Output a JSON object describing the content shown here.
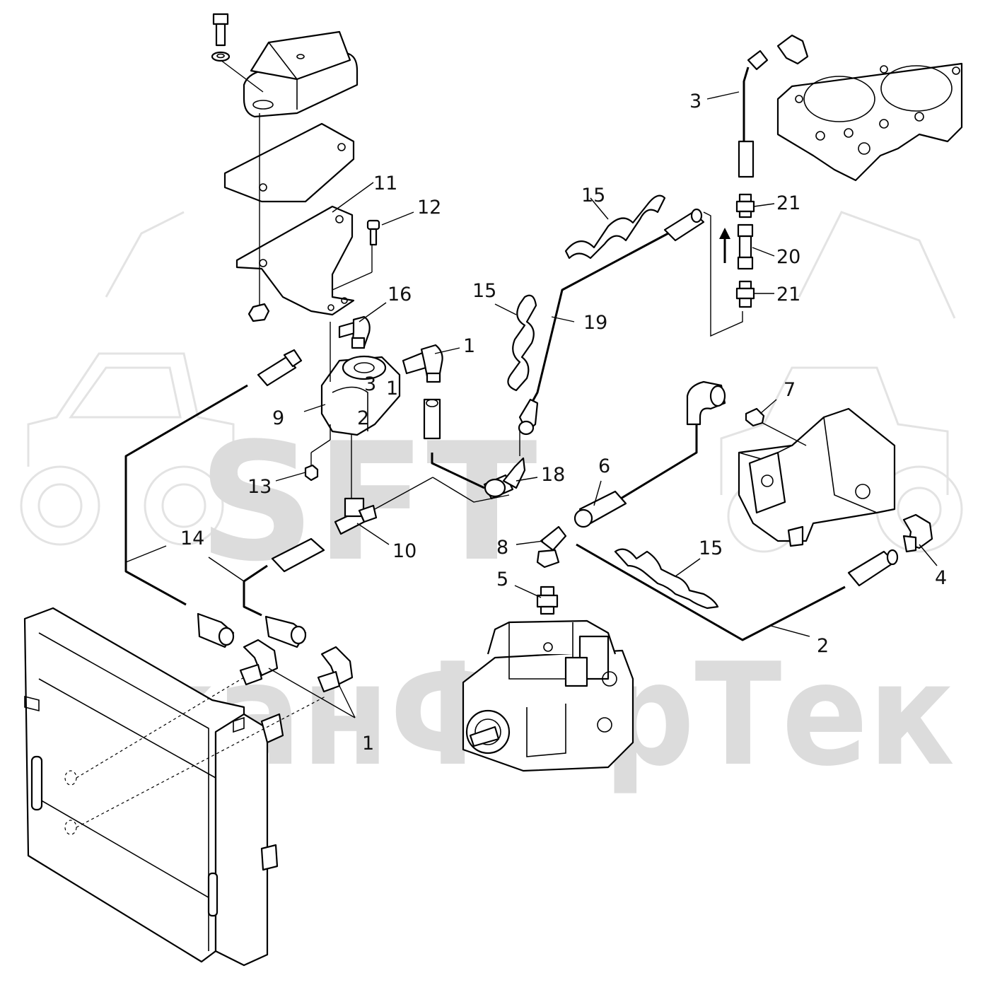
{
  "watermark": {
    "logo_text": "SFT",
    "company_text": "СканФорТек",
    "color": "#dcdcdc"
  },
  "callouts": {
    "c1a": "1",
    "c1b": "1",
    "c2": "2",
    "c3": "3",
    "c4": "4",
    "c5": "5",
    "c6": "6",
    "c7": "7",
    "c8": "8",
    "c9": "9",
    "c10": "10",
    "c11": "11",
    "c12": "12",
    "c13": "13",
    "c14": "14",
    "c15a": "15",
    "c15b": "15",
    "c15c": "15",
    "c16": "16",
    "c18": "18",
    "c19": "19",
    "c20": "20",
    "c21a": "21",
    "c21b": "21"
  },
  "port_marks": {
    "p1": "1",
    "p2": "2",
    "p3": "3"
  },
  "flow_arrow": "arrow-up-icon"
}
